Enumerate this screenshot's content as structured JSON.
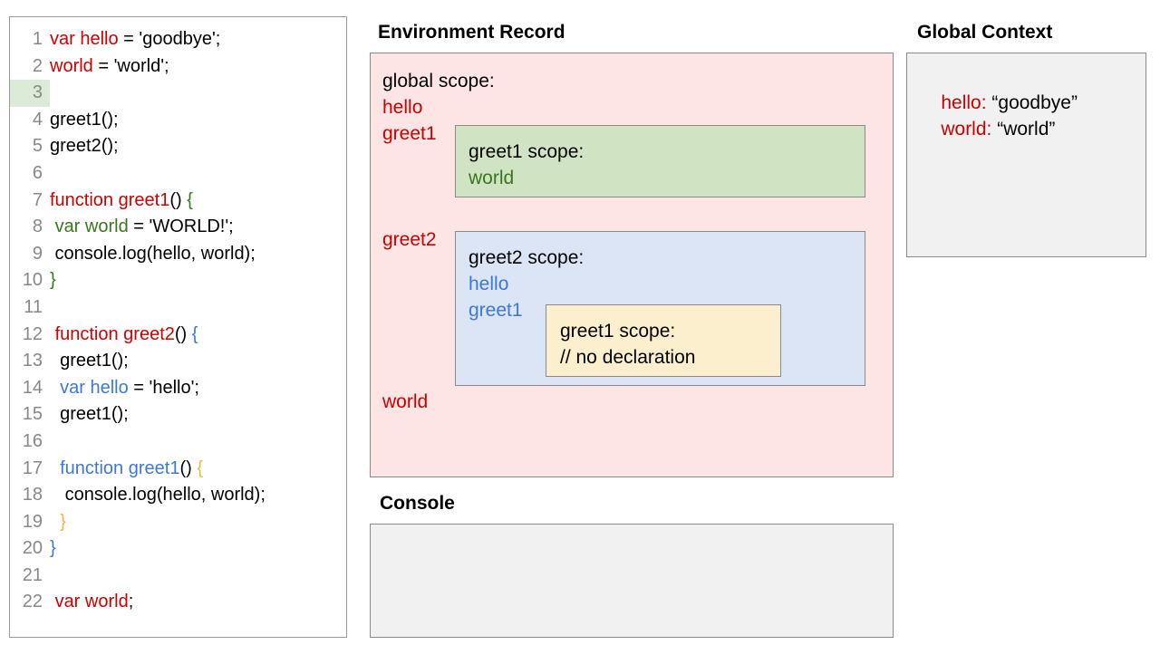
{
  "editor": {
    "highlighted_line": 3,
    "lines": [
      {
        "n": "1",
        "tokens": [
          {
            "t": "var hello",
            "c": "red"
          },
          {
            "t": " = 'goodbye';",
            "c": "black"
          }
        ]
      },
      {
        "n": "2",
        "tokens": [
          {
            "t": "world",
            "c": "red"
          },
          {
            "t": " = 'world';",
            "c": "black"
          }
        ]
      },
      {
        "n": "3",
        "tokens": []
      },
      {
        "n": "4",
        "tokens": [
          {
            "t": "greet1();",
            "c": "black"
          }
        ]
      },
      {
        "n": "5",
        "tokens": [
          {
            "t": "greet2();",
            "c": "black"
          }
        ]
      },
      {
        "n": "6",
        "tokens": []
      },
      {
        "n": "7",
        "tokens": [
          {
            "t": "function greet1",
            "c": "red"
          },
          {
            "t": "() ",
            "c": "black"
          },
          {
            "t": "{",
            "c": "green"
          }
        ]
      },
      {
        "n": "8",
        "tokens": [
          {
            "t": " ",
            "c": "black"
          },
          {
            "t": "var world",
            "c": "green"
          },
          {
            "t": " = 'WORLD!';",
            "c": "black"
          }
        ]
      },
      {
        "n": "9",
        "tokens": [
          {
            "t": " console.log(hello, world);",
            "c": "black"
          }
        ]
      },
      {
        "n": "10",
        "tokens": [
          {
            "t": "}",
            "c": "green"
          }
        ]
      },
      {
        "n": "11",
        "tokens": []
      },
      {
        "n": "12",
        "tokens": [
          {
            "t": " ",
            "c": "black"
          },
          {
            "t": "function greet2",
            "c": "red"
          },
          {
            "t": "() ",
            "c": "black"
          },
          {
            "t": "{",
            "c": "blue"
          }
        ]
      },
      {
        "n": "13",
        "tokens": [
          {
            "t": "  greet1();",
            "c": "black"
          }
        ]
      },
      {
        "n": "14",
        "tokens": [
          {
            "t": "  ",
            "c": "black"
          },
          {
            "t": "var hello",
            "c": "blue"
          },
          {
            "t": " = 'hello';",
            "c": "black"
          }
        ]
      },
      {
        "n": "15",
        "tokens": [
          {
            "t": "  greet1();",
            "c": "black"
          }
        ]
      },
      {
        "n": "16",
        "tokens": []
      },
      {
        "n": "17",
        "tokens": [
          {
            "t": "  ",
            "c": "black"
          },
          {
            "t": "function greet1",
            "c": "blue"
          },
          {
            "t": "() ",
            "c": "black"
          },
          {
            "t": "{",
            "c": "orange"
          }
        ]
      },
      {
        "n": "18",
        "tokens": [
          {
            "t": "   console.log(hello, world);",
            "c": "black"
          }
        ]
      },
      {
        "n": "19",
        "tokens": [
          {
            "t": "  ",
            "c": "black"
          },
          {
            "t": "}",
            "c": "orange"
          }
        ]
      },
      {
        "n": "20",
        "tokens": [
          {
            "t": "}",
            "c": "blue"
          }
        ]
      },
      {
        "n": "21",
        "tokens": []
      },
      {
        "n": "22",
        "tokens": [
          {
            "t": " ",
            "c": "black"
          },
          {
            "t": "var world",
            "c": "red"
          },
          {
            "t": ";",
            "c": "black"
          }
        ]
      }
    ]
  },
  "environment_record": {
    "title": "Environment Record",
    "global_scope_label": "global scope:",
    "bindings": [
      "hello",
      "greet1",
      "greet2",
      "world"
    ],
    "greet1_scope": {
      "title": "greet1 scope:",
      "bindings": [
        "world"
      ]
    },
    "greet2_scope": {
      "title": "greet2 scope:",
      "bindings": [
        "hello",
        "greet1"
      ],
      "greet1_scope": {
        "title": "greet1 scope:",
        "note": "// no declaration"
      }
    }
  },
  "console": {
    "title": "Console",
    "output": ""
  },
  "global_context": {
    "title": "Global Context",
    "entries": [
      {
        "key": "hello:",
        "value": "“goodbye”"
      },
      {
        "key": "world:",
        "value": "“world”"
      }
    ]
  },
  "colors": {
    "red": "#cc0000",
    "green": "#38761d",
    "blue": "#3c78d8",
    "orange": "#e8b84b",
    "pink_bg": "#fce5e4",
    "green_bg": "#d0e4c4",
    "blue_bg": "#dbe5f6",
    "yellow_bg": "#fcefcd",
    "gray_bg": "#f1f1f1",
    "line_highlight": "#dcebd8"
  }
}
